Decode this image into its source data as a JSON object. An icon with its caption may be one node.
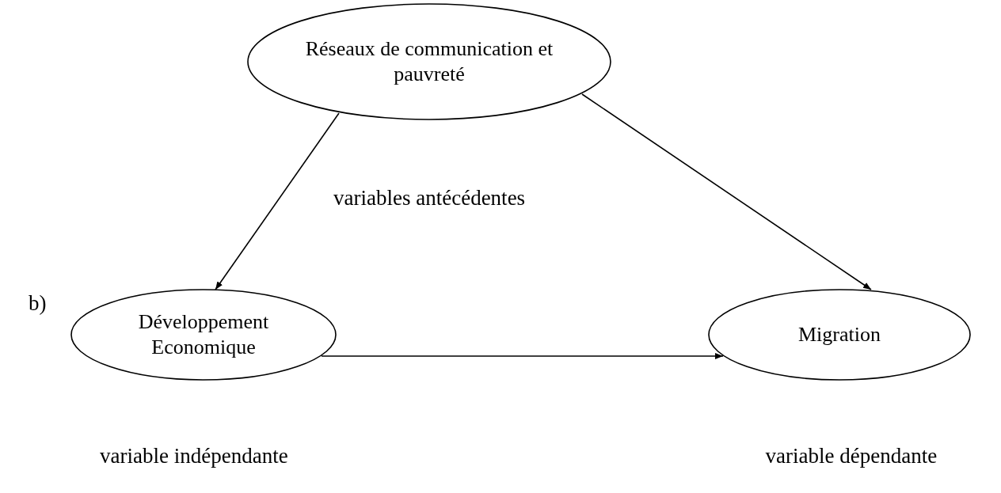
{
  "diagram": {
    "nodes": [
      {
        "text": [
          "Réseaux de communication et pauvreté"
        ],
        "beside": [
          "variables antécédentes"
        ]
      },
      {
        "text": [
          "Développement Economique"
        ],
        "beside": [
          "variable indépendante"
        ]
      },
      {
        "text": [
          "Migration"
        ],
        "beside": [
          "variable dépendante"
        ]
      }
    ],
    "edges": [
      {
        "from": 0,
        "to": 1,
        "arrow": "to"
      },
      {
        "from": 0,
        "to": 2,
        "arrow": "to"
      },
      {
        "from": 1,
        "to": 2,
        "arrow": "to"
      }
    ],
    "labels": [
      "b)"
    ]
  }
}
